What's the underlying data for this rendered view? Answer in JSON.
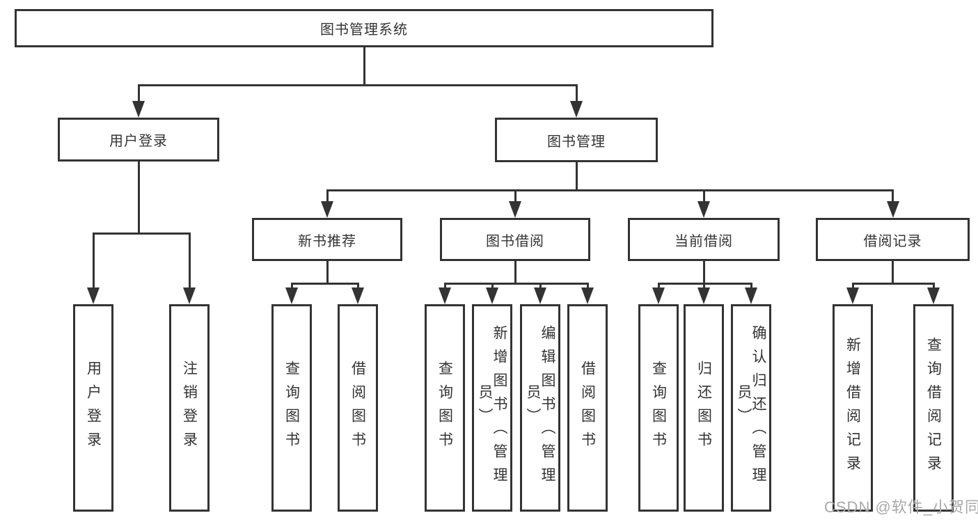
{
  "diagram": {
    "title": "图书管理系统",
    "watermark": "CSDN @软件_小贺同学",
    "colors": {
      "line": "#333333",
      "text": "#333333",
      "watermark": "#a8a8a8",
      "background": "#ffffff"
    }
  },
  "nodes": [
    {
      "id": "root",
      "label": "图书管理系统",
      "level": 1
    },
    {
      "id": "user-login",
      "label": "用户登录",
      "level": 2
    },
    {
      "id": "book-mgmt",
      "label": "图书管理",
      "level": 2
    },
    {
      "id": "new-books",
      "label": "新书推荐",
      "level": 3
    },
    {
      "id": "book-borrow",
      "label": "图书借阅",
      "level": 3
    },
    {
      "id": "current-borrow",
      "label": "当前借阅",
      "level": 3
    },
    {
      "id": "borrow-records",
      "label": "借阅记录",
      "level": 3
    },
    {
      "id": "leaf-user-login",
      "label": "用户登录",
      "level": 4
    },
    {
      "id": "leaf-logout",
      "label": "注销登录",
      "level": 4
    },
    {
      "id": "leaf-nb-query",
      "label": "查询图书",
      "level": 4
    },
    {
      "id": "leaf-nb-borrow",
      "label": "借阅图书",
      "level": 4
    },
    {
      "id": "leaf-bb-query",
      "label": "查询图书",
      "level": 4
    },
    {
      "id": "leaf-bb-add",
      "label": "新增图书（管理员）",
      "level": 4
    },
    {
      "id": "leaf-bb-edit",
      "label": "编辑图书（管理员）",
      "level": 4
    },
    {
      "id": "leaf-bb-borrow",
      "label": "借阅图书",
      "level": 4
    },
    {
      "id": "leaf-cb-query",
      "label": "查询图书",
      "level": 4
    },
    {
      "id": "leaf-cb-return",
      "label": "归还图书",
      "level": 4
    },
    {
      "id": "leaf-cb-confirm",
      "label": "确认归还（管理员）",
      "level": 4
    },
    {
      "id": "leaf-br-add",
      "label": "新增借阅记录",
      "level": 4
    },
    {
      "id": "leaf-br-query",
      "label": "查询借阅记录",
      "level": 4
    }
  ],
  "edges": [
    {
      "from": "root",
      "to": [
        "user-login",
        "book-mgmt"
      ]
    },
    {
      "from": "user-login",
      "to": [
        "leaf-user-login",
        "leaf-logout"
      ]
    },
    {
      "from": "book-mgmt",
      "to": [
        "new-books",
        "book-borrow",
        "current-borrow",
        "borrow-records"
      ]
    },
    {
      "from": "new-books",
      "to": [
        "leaf-nb-query",
        "leaf-nb-borrow"
      ]
    },
    {
      "from": "book-borrow",
      "to": [
        "leaf-bb-query",
        "leaf-bb-add",
        "leaf-bb-edit",
        "leaf-bb-borrow"
      ]
    },
    {
      "from": "current-borrow",
      "to": [
        "leaf-cb-query",
        "leaf-cb-return",
        "leaf-cb-confirm"
      ]
    },
    {
      "from": "borrow-records",
      "to": [
        "leaf-br-add",
        "leaf-br-query"
      ]
    }
  ]
}
